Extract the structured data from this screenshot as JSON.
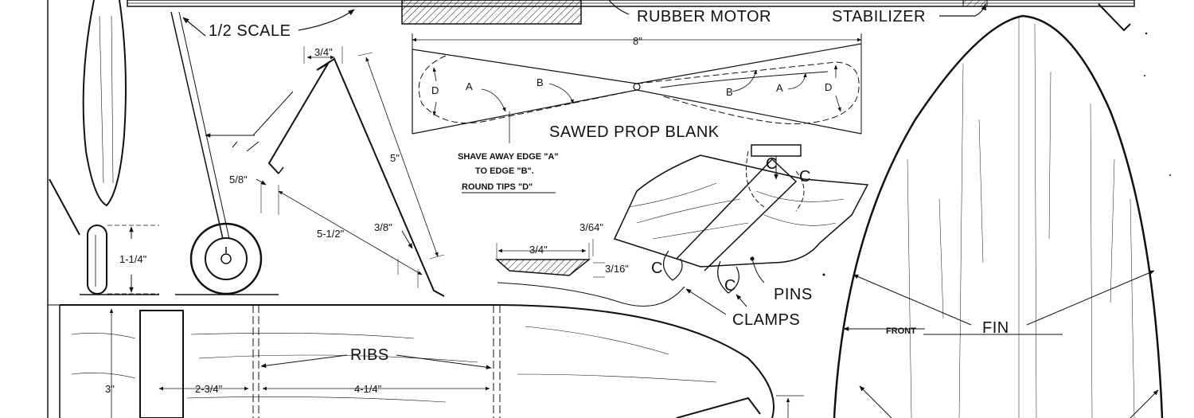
{
  "labels": {
    "scale": "1/2 SCALE",
    "rubber_motor": "RUBBER MOTOR",
    "stabilizer": "STABILIZER",
    "prop_length": "8\"",
    "sawed_prop_blank": "SAWED PROP BLANK",
    "edge_a": "A",
    "edge_b": "B",
    "edge_d": "D",
    "shave_line1": "SHAVE AWAY EDGE \"A\"",
    "shave_line2": "TO EDGE \"B\".",
    "shave_line3": "ROUND TIPS \"D\"",
    "dim_3_4": "3/4\"",
    "dim_5": "5\"",
    "dim_5_8": "5/8\"",
    "dim_5_1_2": "5-1/2\"",
    "dim_3_8": "3/8\"",
    "dim_1_1_4": "1-1/4\"",
    "dim_3_64": "3/64\"",
    "dim_3_16": "3/16\"",
    "clamp_c": "C",
    "pins": "PINS",
    "clamps": "CLAMPS",
    "front": "FRONT",
    "fin": "FIN",
    "ribs": "RIBS",
    "dim_3": "3\"",
    "dim_2_3_4": "2-3/4\"",
    "dim_4_1_4": "4-1/4\""
  },
  "colors": {
    "ink": "#111111",
    "paper": "#ffffff"
  }
}
